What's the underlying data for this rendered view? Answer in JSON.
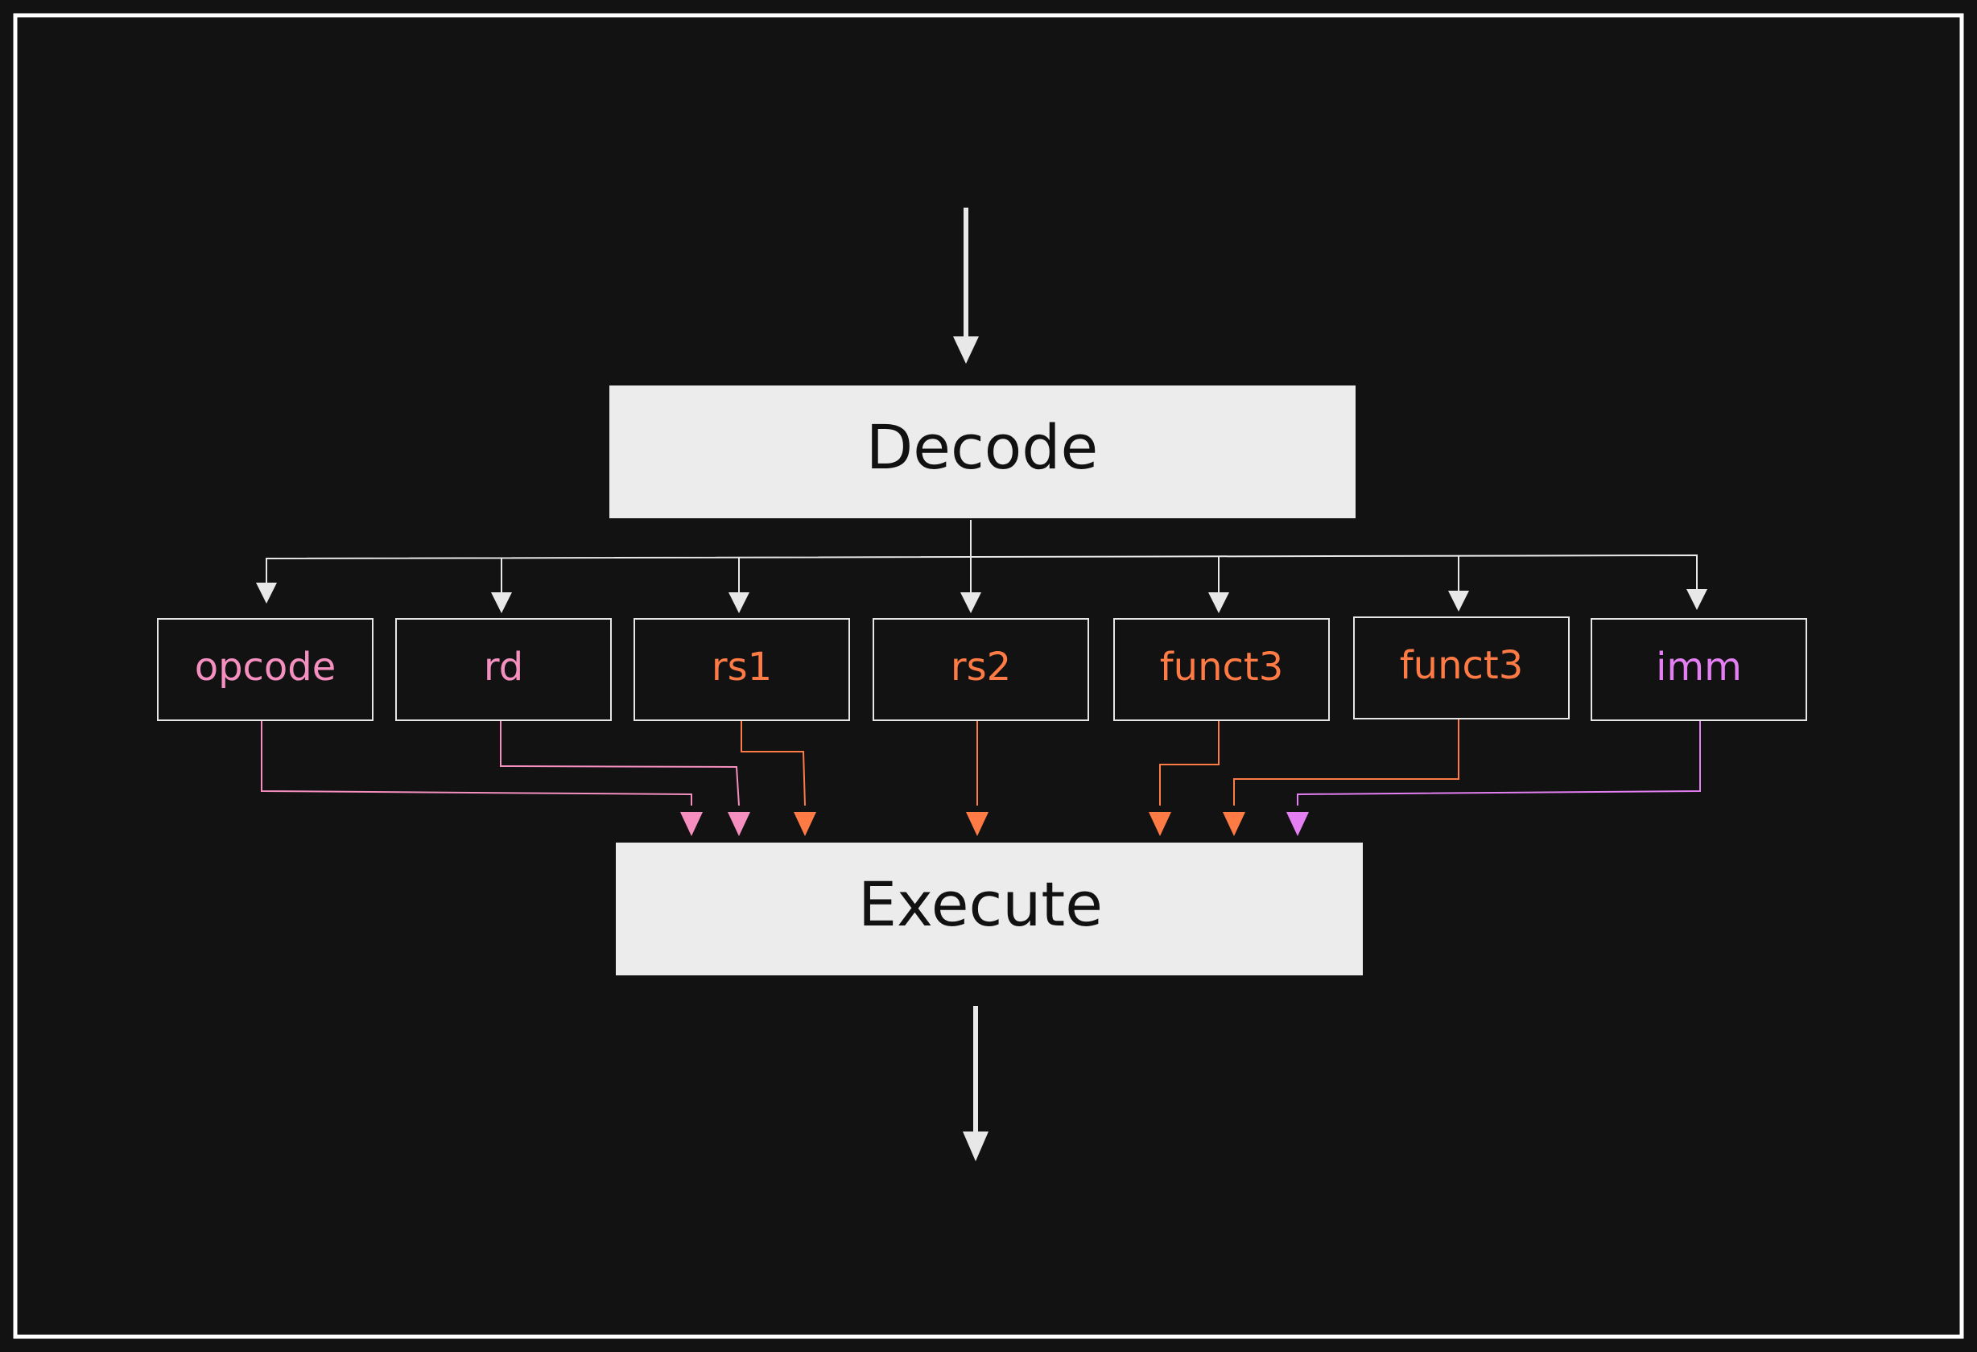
{
  "colors": {
    "background": "#121212",
    "frame": "#ffffff",
    "stage_fill": "#ececec",
    "stage_text": "#111111",
    "field_border": "#e6e6e6",
    "white_arrow": "#e8e8e8"
  },
  "stages": {
    "decode": {
      "label": "Decode"
    },
    "execute": {
      "label": "Execute"
    }
  },
  "fields": [
    {
      "label": "opcode",
      "color": "#f58fbf"
    },
    {
      "label": "rd",
      "color": "#f58fbf"
    },
    {
      "label": "rs1",
      "color": "#ff7b45"
    },
    {
      "label": "rs2",
      "color": "#ff7b45"
    },
    {
      "label": "funct3",
      "color": "#ff7b45"
    },
    {
      "label": "funct3",
      "color": "#ff7b45"
    },
    {
      "label": "imm",
      "color": "#e37ff2"
    }
  ]
}
